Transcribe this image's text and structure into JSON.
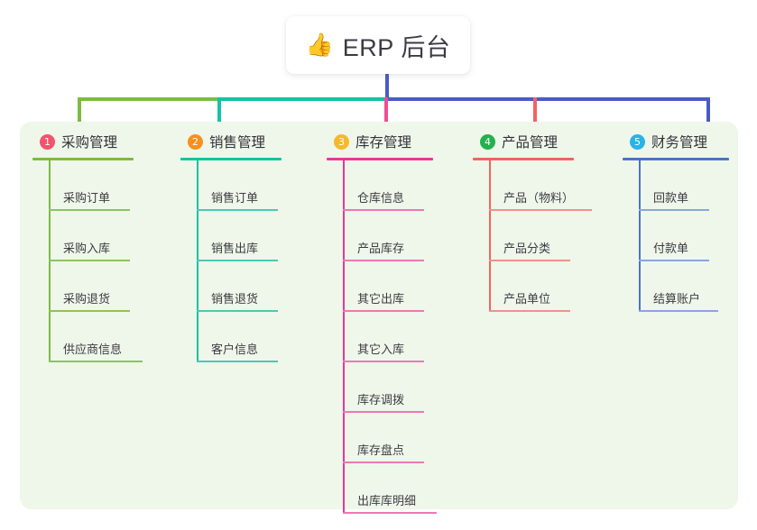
{
  "title": {
    "emoji": "👍",
    "emoji_name": "thumbs-up-icon",
    "text": "ERP 后台"
  },
  "colors": {
    "panel_bg": "#eef7e9",
    "card_bg": "#ffffff",
    "trunk": "#4a5bc4",
    "bus_green": "#7cbb42",
    "bus_teal": "#15c3a4",
    "bus_blue": "#4a5bc4",
    "drop_pink": "#ef4e93",
    "drop_red": "#f2645f",
    "text": "#3c3c44"
  },
  "columns": [
    {
      "number": "1",
      "title": "采购管理",
      "badge_color": "#f2546d",
      "line_color": "#7cbb42",
      "rule_color": "#8dc45c",
      "items": [
        {
          "label": "采购订单",
          "rule_width": 90
        },
        {
          "label": "采购入库",
          "rule_width": 90
        },
        {
          "label": "采购退货",
          "rule_width": 90
        },
        {
          "label": "供应商信息",
          "rule_width": 104
        }
      ]
    },
    {
      "number": "2",
      "title": "销售管理",
      "badge_color": "#f7901e",
      "line_color": "#15c3a4",
      "rule_color": "#4cc9b4",
      "items": [
        {
          "label": "销售订单",
          "rule_width": 90
        },
        {
          "label": "销售出库",
          "rule_width": 90
        },
        {
          "label": "销售退货",
          "rule_width": 90
        },
        {
          "label": "客户信息",
          "rule_width": 90
        }
      ]
    },
    {
      "number": "3",
      "title": "库存管理",
      "badge_color": "#f5b92b",
      "line_color": "#e8379a",
      "rule_color": "#ef78b4",
      "items": [
        {
          "label": "仓库信息",
          "rule_width": 90
        },
        {
          "label": "产品库存",
          "rule_width": 90
        },
        {
          "label": "其它出库",
          "rule_width": 90
        },
        {
          "label": "其它入库",
          "rule_width": 90
        },
        {
          "label": "库存调拨",
          "rule_width": 90
        },
        {
          "label": "库存盘点",
          "rule_width": 90
        },
        {
          "label": "出库库明细",
          "rule_width": 104
        }
      ]
    },
    {
      "number": "4",
      "title": "产品管理",
      "badge_color": "#22b14c",
      "line_color": "#f2645f",
      "rule_color": "#f2918c",
      "items": [
        {
          "label": "产品（物料）",
          "rule_width": 114
        },
        {
          "label": "产品分类",
          "rule_width": 90
        },
        {
          "label": "产品单位",
          "rule_width": 90
        }
      ]
    },
    {
      "number": "5",
      "title": "财务管理",
      "badge_color": "#2ab3e8",
      "line_color": "#4a74c4",
      "rule_color": "#8aa6dd",
      "items": [
        {
          "label": "回款单",
          "rule_width": 78
        },
        {
          "label": "付款单",
          "rule_width": 78
        },
        {
          "label": "结算账户",
          "rule_width": 88
        }
      ]
    }
  ]
}
